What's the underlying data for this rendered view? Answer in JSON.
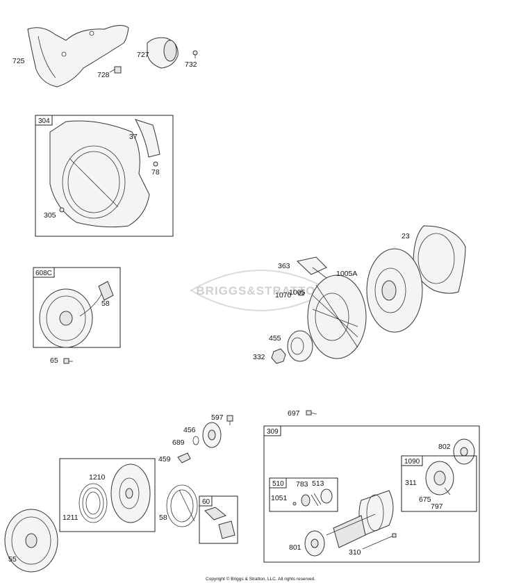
{
  "watermark": "BRIGGS&STRATTON",
  "copyright": "Copyright © Briggs & Stratton, LLC. All rights reserved.",
  "boxes": {
    "blower_housing": "304",
    "rewind_starter": "608C",
    "starter_motor": "309",
    "drive_kit": "510",
    "brush_kit": "1090",
    "handle": "60"
  },
  "labels": {
    "l725": "725",
    "l727": "727",
    "l728": "728",
    "l732": "732",
    "l37": "37",
    "l78": "78",
    "l305": "305",
    "l23": "23",
    "l363": "363",
    "l1005A": "1005A",
    "l1070": "1070",
    "l1005": "1005",
    "l455": "455",
    "l332": "332",
    "l58a": "58",
    "l65": "65",
    "l697": "697",
    "l597": "597",
    "l456": "456",
    "l689": "689",
    "l459": "459",
    "l1210": "1210",
    "l1211": "1211",
    "l58b": "58",
    "l55": "55",
    "l802": "802",
    "l311": "311",
    "l675": "675",
    "l797": "797",
    "l783": "783",
    "l513": "513",
    "l1051": "1051",
    "l801": "801",
    "l310": "310"
  },
  "icons": {
    "watermark": "briggs-stratton-logo",
    "parts": "exploded-view-part-illustrations"
  },
  "colors": {
    "line": "#333333",
    "watermark": "#d0d0d0",
    "background": "#ffffff"
  }
}
